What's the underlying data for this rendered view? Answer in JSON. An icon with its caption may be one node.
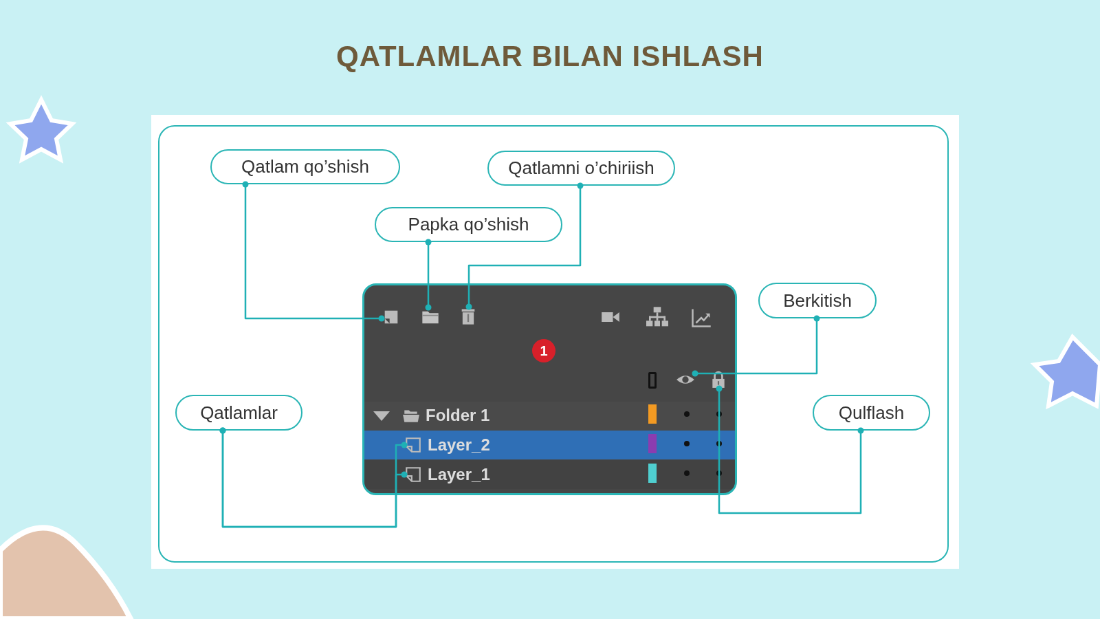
{
  "diagram": {
    "title": "QATLAMLAR BILAN ISHLASH",
    "nodes": [
      {
        "text": [
          "Qatlam qo’shish"
        ]
      },
      {
        "text": [
          "Qatlamni o’chiriish"
        ]
      },
      {
        "text": [
          "Papka qo’shish"
        ]
      },
      {
        "text": [
          "Berkitish"
        ]
      },
      {
        "text": [
          "Qatlamlar"
        ]
      },
      {
        "text": [
          "Qulflash"
        ]
      },
      {
        "text": [],
        "shape": "box"
      },
      {
        "text": [],
        "shape": "picture",
        "in": 6
      },
      {
        "text": [],
        "shape": "picture",
        "in": 6
      },
      {
        "text": [],
        "shape": "picture",
        "in": 6
      },
      {
        "text": [],
        "shape": "picture",
        "in": 6
      },
      {
        "text": [],
        "shape": "picture",
        "in": 6
      },
      {
        "text": [
          "Folder 1"
        ],
        "in": 6
      },
      {
        "text": [
          "Layer_2"
        ],
        "in": 6
      },
      {
        "text": [
          "Layer_1"
        ],
        "in": 6
      }
    ],
    "edges": [
      {
        "from": 0,
        "to": 7,
        "arrow": "other"
      },
      {
        "from": 2,
        "to": 8,
        "arrow": "other"
      },
      {
        "from": 1,
        "to": 9,
        "arrow": "other"
      },
      {
        "from": 3,
        "to": 10,
        "arrow": "other"
      },
      {
        "from": 4,
        "to": 13,
        "arrow": "other"
      },
      {
        "from": 4,
        "to": 14,
        "arrow": "other"
      },
      {
        "from": 5,
        "to": 11,
        "arrow": "other"
      }
    ],
    "labels": [
      "1"
    ]
  }
}
